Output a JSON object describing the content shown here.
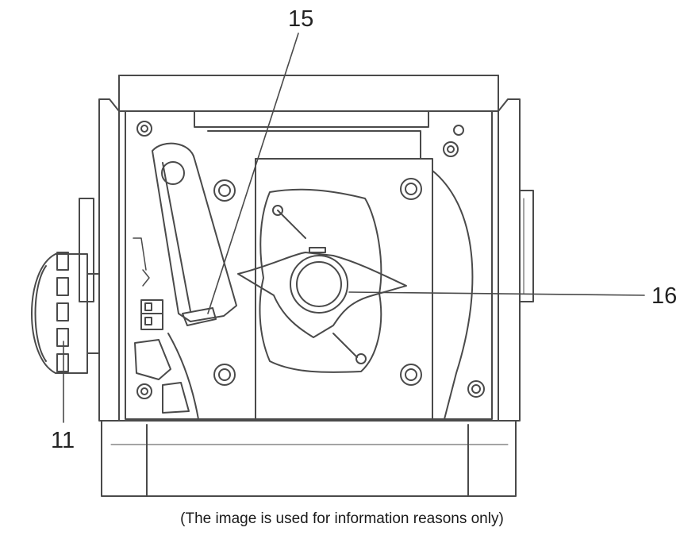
{
  "callouts": {
    "part_15": "15",
    "part_16": "16",
    "part_11": "11"
  },
  "caption": "(The image is used for information reasons only)",
  "colors": {
    "line": "#4a4a4a",
    "background": "#ffffff"
  }
}
